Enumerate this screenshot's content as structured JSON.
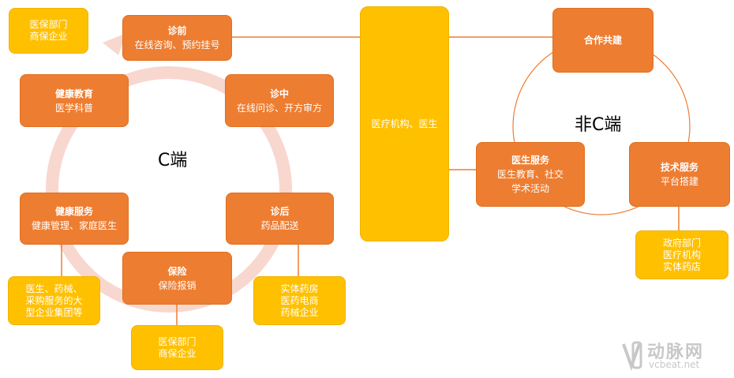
{
  "c_side": {
    "center_label": "C端",
    "nodes": [
      {
        "key": "pre",
        "title": "诊前",
        "sub": "在线咨询、预约挂号"
      },
      {
        "key": "mid",
        "title": "诊中",
        "sub": "在线问诊、开方审方"
      },
      {
        "key": "post",
        "title": "诊后",
        "sub": "药品配送"
      },
      {
        "key": "insurance",
        "title": "保险",
        "sub": "保险报销"
      },
      {
        "key": "health_service",
        "title": "健康服务",
        "sub": "健康管理、家庭医生"
      },
      {
        "key": "health_edu",
        "title": "健康教育",
        "sub": "医学科普"
      }
    ],
    "partners": {
      "top_left": "医保部门\n商保企业",
      "post": "实体药房\n医药电商\n药械企业",
      "insurance": "医保部门\n商保企业",
      "health_service": "医生、药械、\n采购服务的大\n型企业集团等"
    }
  },
  "hub": {
    "label": "医疗机构、医生"
  },
  "non_c_side": {
    "center_label": "非C端",
    "nodes": [
      {
        "key": "coop",
        "title": "合作共建",
        "sub": ""
      },
      {
        "key": "doctor_service",
        "title": "医生服务",
        "sub": "医生教育、社交\n学术活动"
      },
      {
        "key": "tech_service",
        "title": "技术服务",
        "sub": "平台搭建"
      }
    ],
    "partners": {
      "tech_service": "政府部门\n医疗机构\n实体药店"
    }
  },
  "watermark": {
    "brand": "动脉网",
    "url": "vcbeat.net"
  },
  "colors": {
    "orange": "#ed7d31",
    "yellow": "#ffc000",
    "ring": "#f8d7cf",
    "line": "#ed7d31"
  }
}
